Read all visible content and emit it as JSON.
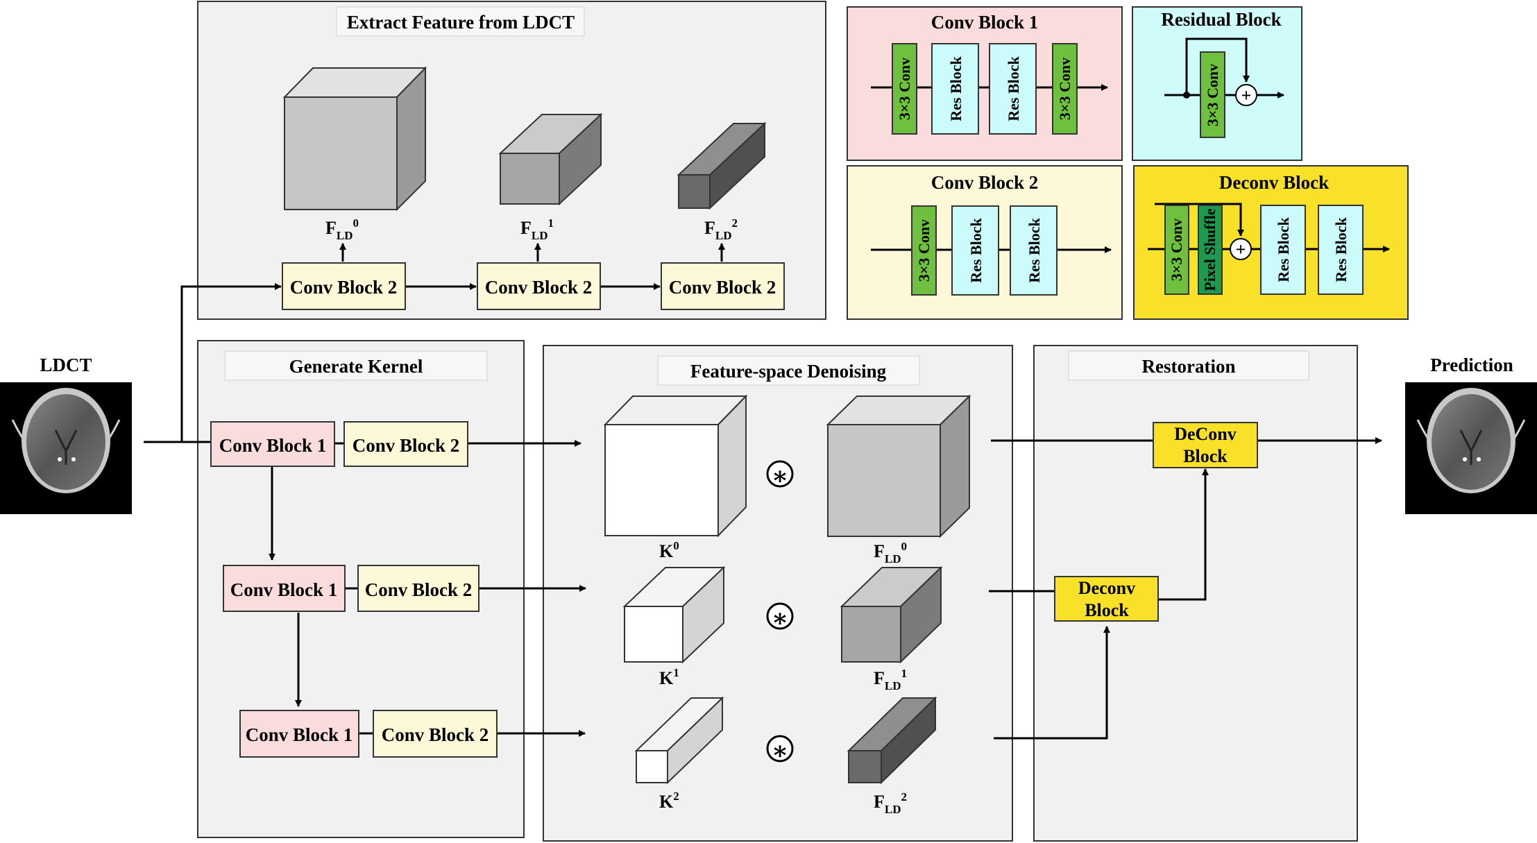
{
  "colors": {
    "panel_bg": "#f1f1f1",
    "conv_block_1": "#fadcdc",
    "conv_block_2": "#fdf8d8",
    "res_block": "#ccfbfb",
    "deconv_block": "#f9e12a",
    "conv3x3": "#70c040",
    "pixel_shuffle": "#1e9a4e",
    "residual_panel": "#d0fbfb",
    "conv_block_2_panel": "#fdf8d8"
  },
  "panels": {
    "extract": "Extract Feature from LDCT",
    "generate": "Generate Kernel",
    "denoise": "Feature-space Denoising",
    "restoration": "Restoration"
  },
  "legend": {
    "conv_block_1": "Conv Block 1",
    "residual_block": "Residual Block",
    "conv_block_2": "Conv Block 2",
    "deconv_block": "Deconv Block",
    "conv3x3": "3×3 Conv",
    "res_block": "Res Block",
    "pixel_shuffle": "Pixel Shuffle"
  },
  "blocks": {
    "conv1": "Conv Block 1",
    "conv2": "Conv Block 2",
    "deconv_top_1": "DeConv",
    "deconv_top_2": "Block",
    "deconv_mid_1": "Deconv",
    "deconv_mid_2": "Block"
  },
  "io": {
    "input": "LDCT",
    "output": "Prediction"
  },
  "symbols": {
    "conv_op": "∗",
    "plus": "+"
  },
  "features": {
    "F": "F",
    "LD": "LD",
    "K": "K",
    "sup0": "0",
    "sup1": "1",
    "sup2": "2"
  }
}
